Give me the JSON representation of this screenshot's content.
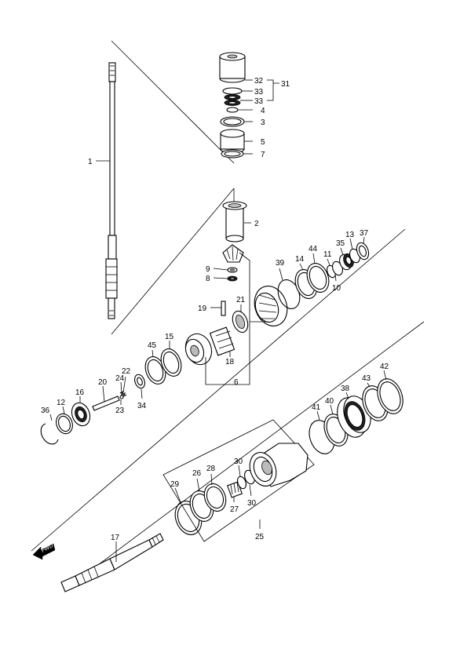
{
  "labels": {
    "p1": "1",
    "p2": "2",
    "p3": "3",
    "p4": "4",
    "p5": "5",
    "p6": "6",
    "p7": "7",
    "p8": "8",
    "p9": "9",
    "p10": "10",
    "p11": "11",
    "p12": "12",
    "p13": "13",
    "p14": "14",
    "p15": "15",
    "p16": "16",
    "p17": "17",
    "p18": "18",
    "p19": "19",
    "p20": "20",
    "p21": "21",
    "p22": "22",
    "p23": "23",
    "p24": "24",
    "p25": "25",
    "p26": "26",
    "p27": "27",
    "p28": "28",
    "p29": "29",
    "p30a": "30",
    "p30b": "30",
    "p31": "31",
    "p32": "32",
    "p33a": "33",
    "p33b": "33",
    "p34": "34",
    "p35": "35",
    "p36": "36",
    "p37": "37",
    "p38": "38",
    "p39": "39",
    "p40": "40",
    "p41": "41",
    "p42": "42",
    "p43": "43",
    "p44": "44",
    "p45": "45"
  },
  "fwd_mark": "FWD",
  "colors": {
    "line": "#000000",
    "background": "#ffffff"
  }
}
